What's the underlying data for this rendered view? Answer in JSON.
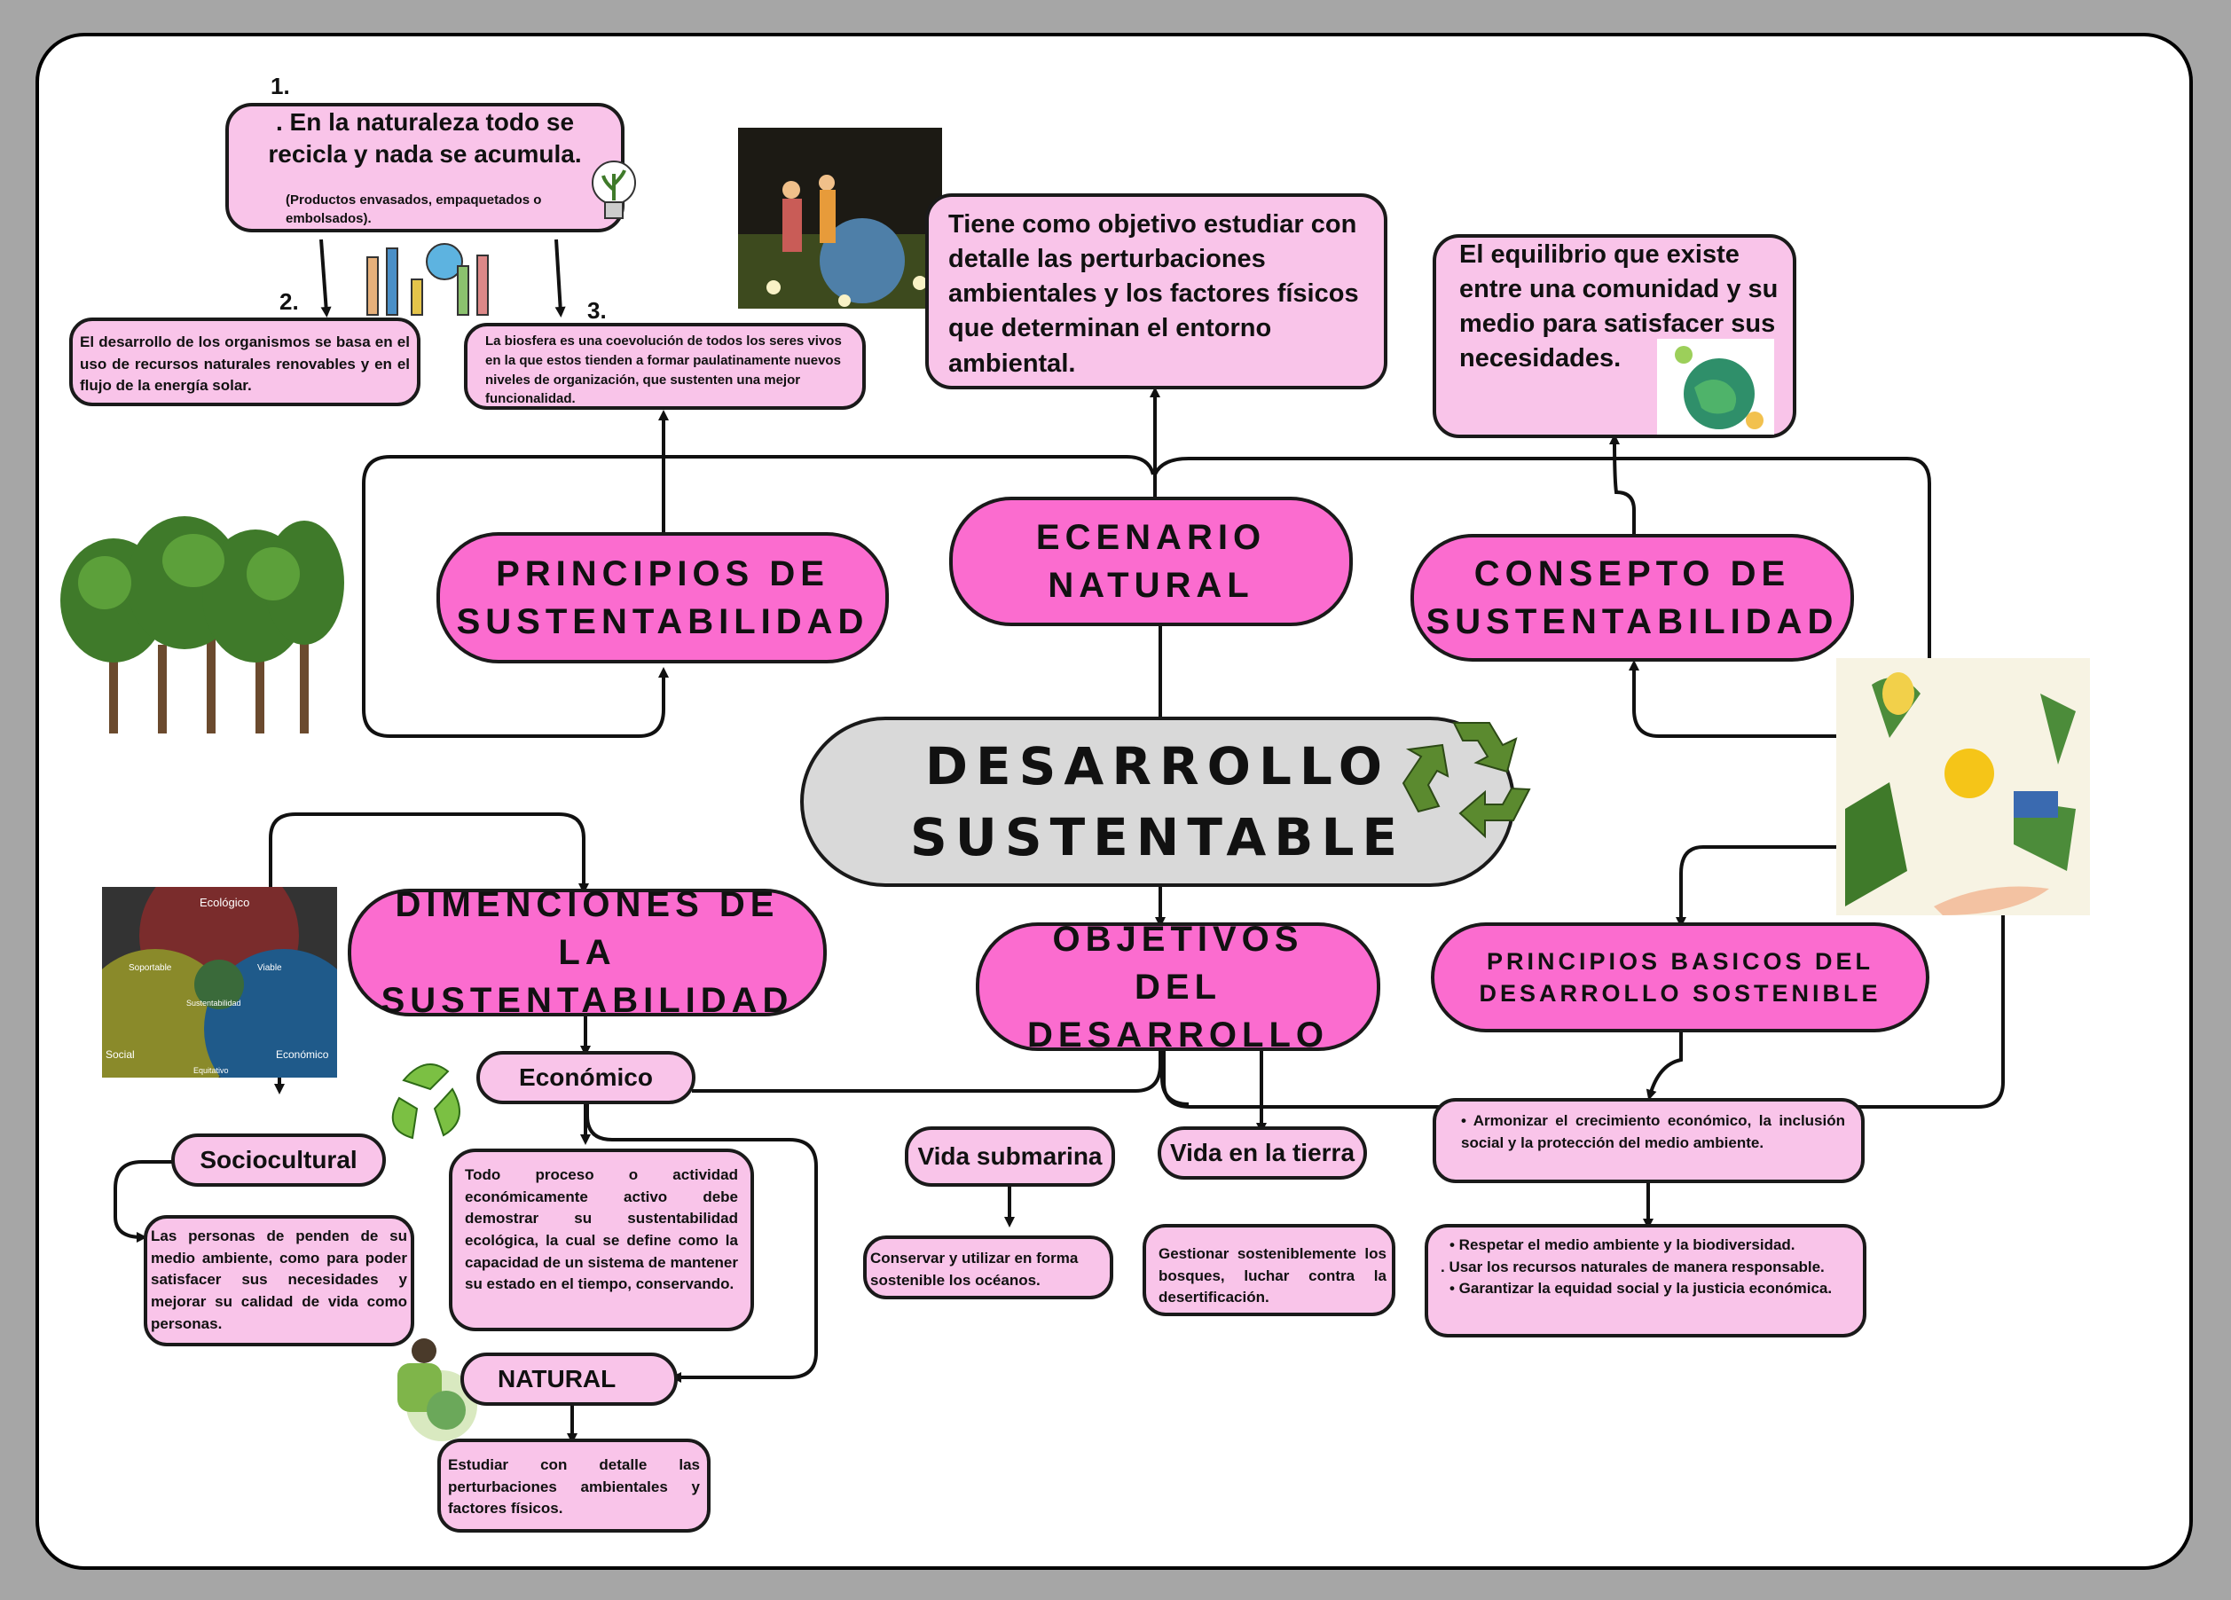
{
  "title": "DESARROLLO SUSTENTABLE",
  "branches": {
    "principios": "PRINCIPIOS DE SUSTENTABILIDAD",
    "ecenario": "ECENARIO NATURAL",
    "consepto": "CONSEPTO DE SUSTENTABILIDAD",
    "dimenciones": "DIMENCIONES DE LA SUSTENTABILIDAD",
    "objetivos": "OBJETIVOS DEL DESARROLLO",
    "principios_basicos": "PRINCIPIOS BASICOS DEL DESARROLLO SOSTENIBLE"
  },
  "principios": {
    "n1": "1.",
    "n2": "2.",
    "n3": "3.",
    "p1": ". En la naturaleza todo se recicla y nada se acumula.",
    "p1_note": "(Productos envasados, empaquetados o embolsados).",
    "p2": "El desarrollo de los organismos se basa en el uso de recursos naturales renovables y en el flujo de la energía solar.",
    "p3": "La biosfera es una coevolución de todos los seres vivos en la que estos tienden a formar paulatinamente nuevos niveles de organización, que sustenten una mejor funcionalidad."
  },
  "ecenario_text": "Tiene como objetivo estudiar con detalle las perturbaciones ambientales y los factores físicos que determinan el entorno ambiental.",
  "consepto_text": "El equilibrio que existe entre una comunidad y su medio para satisfacer sus necesidades.",
  "dimenciones": {
    "economico": "Económico",
    "economico_text": "Todo proceso o actividad económicamente activo debe demostrar su sustentabilidad ecológica, la cual se define como la capacidad de un sistema de mantener su estado en el tiempo, conservando.",
    "sociocultural": "Sociocultural",
    "sociocultural_text": "Las personas de penden de su medio ambiente, como para poder satisfacer sus necesidades y mejorar su calidad de vida como personas.",
    "natural": "NATURAL",
    "natural_text": "Estudiar con detalle las perturbaciones ambientales y factores físicos."
  },
  "venn": {
    "ecologico": "Ecológico",
    "soportable": "Soportable",
    "viable": "Viable",
    "sustentabilidad": "Sustentabilidad",
    "social": "Social",
    "equitativo": "Equitativo",
    "economico": "Económico"
  },
  "objetivos": {
    "submarina": "Vida submarina",
    "submarina_text": "Conservar y utilizar en forma sostenible los océanos.",
    "tierra": "Vida en la tierra",
    "tierra_text": "Gestionar sosteniblemente los bosques, luchar contra la desertificación."
  },
  "principios_basicos": {
    "b1": "• Armonizar el crecimiento económico, la inclusión social y la protección del medio ambiente.",
    "b2": "• Respetar el medio ambiente y la biodiversidad.",
    "b3": ". Usar los recursos naturales de manera responsable.",
    "b4": "• Garantizar la equidad social y la justicia económica."
  },
  "colors": {
    "background": "#a6a6a6",
    "node_fill": "#f9c4e9",
    "pill_fill": "#fb6ccf",
    "center_fill": "#d9d9d9",
    "recycle_green": "#5b8a2f"
  }
}
